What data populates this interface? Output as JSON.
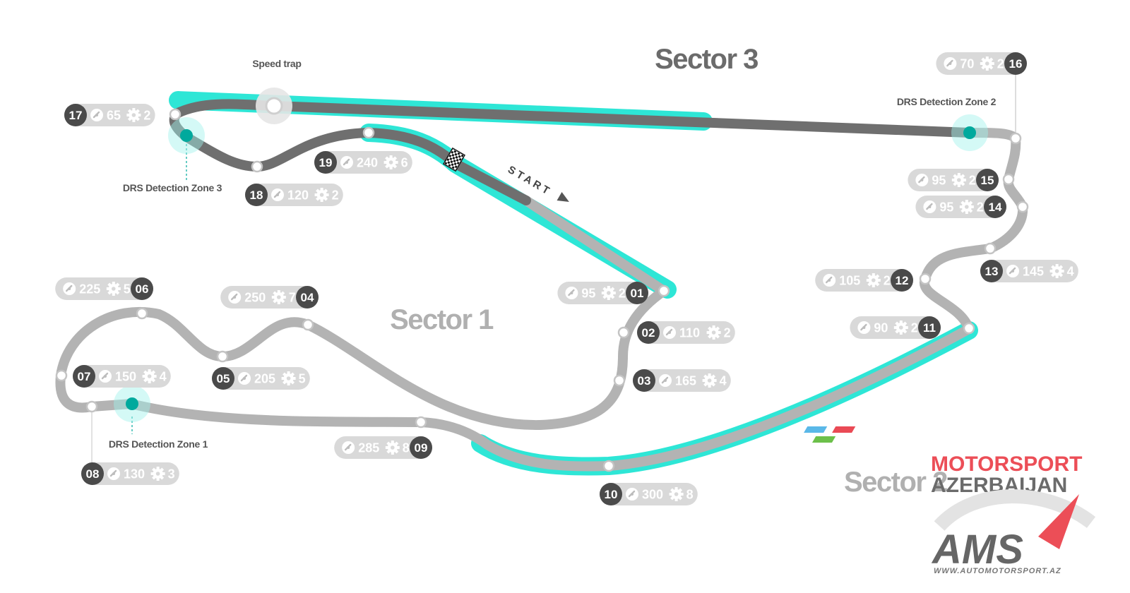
{
  "colors": {
    "track_light": "#b3b3b3",
    "track_dark": "#6f6f6f",
    "drs": "#2ee6d6",
    "drs_zone": "#00a99d",
    "pill_bg": "#d9d9d9",
    "badge_dark": "#4a4a4a",
    "sector_text": "#6b6b6b",
    "sector_text_light": "#b0b0b0"
  },
  "sectors": {
    "sector1": "Sector 1",
    "sector2": "Sector 2",
    "sector3": "Sector 3"
  },
  "labels": {
    "speed_trap": "Speed trap",
    "drs_zone_1": "DRS Detection Zone 1",
    "drs_zone_2": "DRS Detection Zone 2",
    "drs_zone_3": "DRS Detection Zone 3",
    "start": "START"
  },
  "icons": {
    "speed": "speedometer-icon",
    "gear": "gear-icon",
    "flag": "checkered-flag-icon"
  },
  "corners": [
    {
      "num": "01",
      "speed": "95",
      "gear": "2"
    },
    {
      "num": "02",
      "speed": "110",
      "gear": "2"
    },
    {
      "num": "03",
      "speed": "165",
      "gear": "4"
    },
    {
      "num": "04",
      "speed": "250",
      "gear": "7"
    },
    {
      "num": "05",
      "speed": "205",
      "gear": "5"
    },
    {
      "num": "06",
      "speed": "225",
      "gear": "5"
    },
    {
      "num": "07",
      "speed": "150",
      "gear": "4"
    },
    {
      "num": "08",
      "speed": "130",
      "gear": "3"
    },
    {
      "num": "09",
      "speed": "285",
      "gear": "8"
    },
    {
      "num": "10",
      "speed": "300",
      "gear": "8"
    },
    {
      "num": "11",
      "speed": "90",
      "gear": "2"
    },
    {
      "num": "12",
      "speed": "105",
      "gear": "2"
    },
    {
      "num": "13",
      "speed": "145",
      "gear": "4"
    },
    {
      "num": "14",
      "speed": "95",
      "gear": "2"
    },
    {
      "num": "15",
      "speed": "95",
      "gear": "2"
    },
    {
      "num": "16",
      "speed": "70",
      "gear": "2"
    },
    {
      "num": "17",
      "speed": "65",
      "gear": "2"
    },
    {
      "num": "18",
      "speed": "120",
      "gear": "2"
    },
    {
      "num": "19",
      "speed": "240",
      "gear": "6"
    }
  ],
  "logo": {
    "line1": "MOTORSPORT",
    "line2": "AZERBAIJAN",
    "mark": "AMS",
    "url": "WWW.AUTOMOTORSPORT.AZ"
  }
}
